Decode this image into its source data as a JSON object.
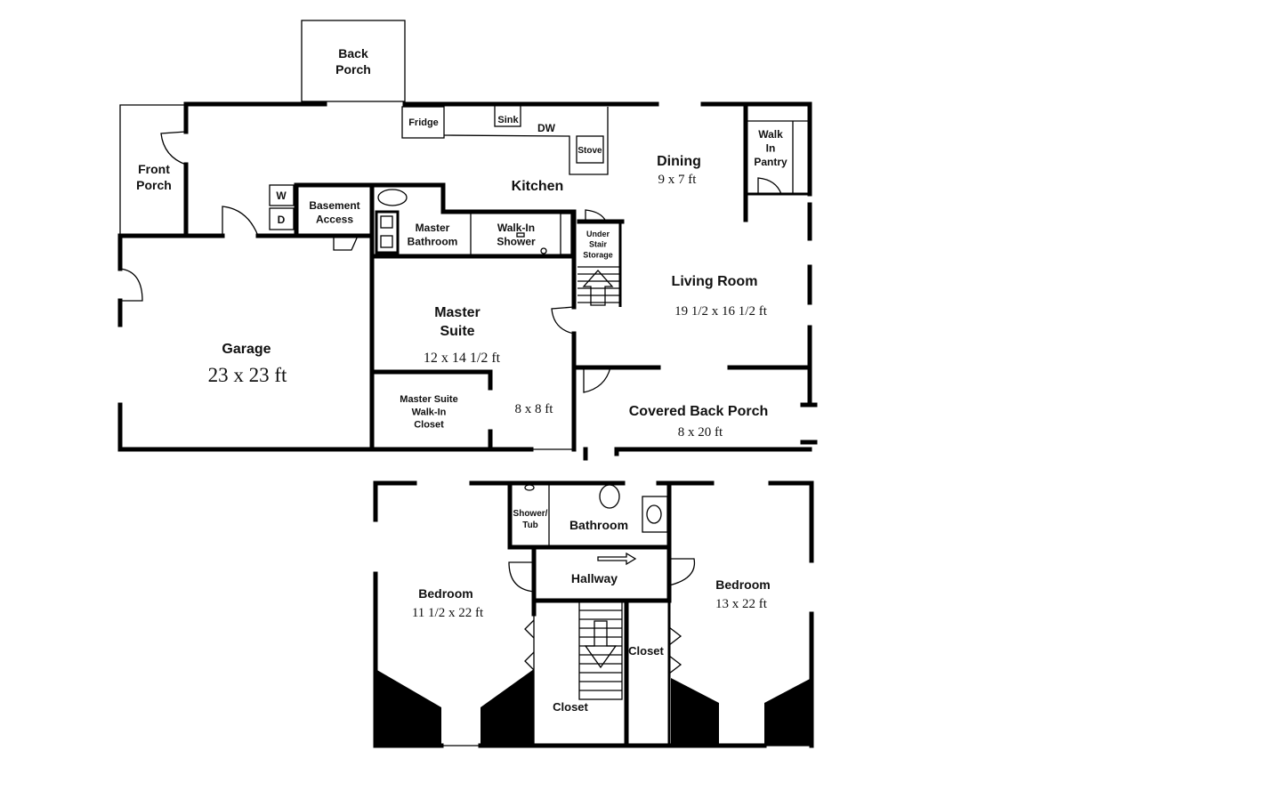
{
  "rooms": {
    "back_porch": {
      "name": "Back\nPorch"
    },
    "front_porch": {
      "name": "Front\nPorch"
    },
    "kitchen": {
      "name": "Kitchen"
    },
    "dining": {
      "name": "Dining",
      "size": "9 x 7 ft"
    },
    "walk_in_pantry": {
      "name": "Walk\nIn\nPantry"
    },
    "basement_access": {
      "name": "Basement\nAccess"
    },
    "master_bathroom": {
      "name": "Master\nBathroom"
    },
    "walk_in_shower": {
      "name": "Walk-In\nShower"
    },
    "under_stair_storage": {
      "name": "Under\nStair\nStorage"
    },
    "living_room": {
      "name": "Living Room",
      "size": "19 1/2 x 16 1/2 ft"
    },
    "garage": {
      "name": "Garage",
      "size": "23 x 23 ft"
    },
    "master_suite": {
      "name": "Master\nSuite",
      "size": "12 x 14 1/2 ft"
    },
    "master_suite_closet": {
      "name": "Master Suite\nWalk-In\nCloset",
      "size": "8 x 8 ft"
    },
    "covered_back_porch": {
      "name": "Covered Back Porch",
      "size": "8 x 20 ft"
    },
    "bedroom_left": {
      "name": "Bedroom",
      "size": "11 1/2 x 22 ft"
    },
    "bathroom": {
      "name": "Bathroom"
    },
    "shower_tub": {
      "name": "Shower/\nTub"
    },
    "hallway": {
      "name": "Hallway"
    },
    "bedroom_right": {
      "name": "Bedroom",
      "size": "13 x 22 ft"
    },
    "closet_right": {
      "name": "Closet"
    },
    "closet_center": {
      "name": "Closet"
    }
  },
  "fixtures": {
    "fridge": "Fridge",
    "sink": "Sink",
    "dishwasher": "DW",
    "stove": "Stove",
    "washer": "W",
    "dryer": "D"
  }
}
